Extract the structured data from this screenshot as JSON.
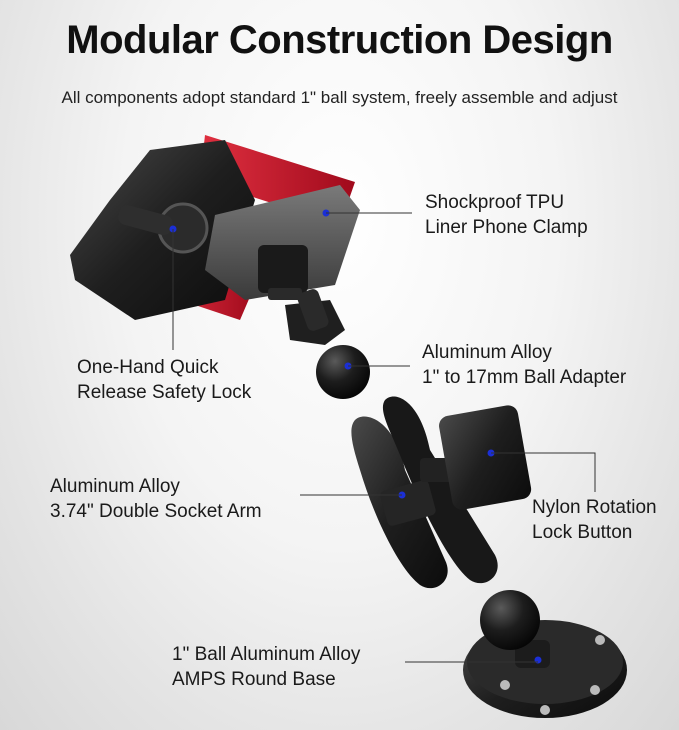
{
  "header": {
    "title": "Modular Construction Design",
    "subtitle": "All components adopt standard 1\" ball system, freely assemble and adjust"
  },
  "callouts": [
    {
      "id": "phone-clamp",
      "lines": [
        "Shockproof TPU",
        "Liner Phone Clamp"
      ]
    },
    {
      "id": "safety-lock",
      "lines": [
        "One-Hand Quick",
        "Release Safety Lock"
      ]
    },
    {
      "id": "ball-adapter",
      "lines": [
        "Aluminum Alloy",
        "1\" to 17mm Ball Adapter"
      ]
    },
    {
      "id": "socket-arm",
      "lines": [
        "Aluminum Alloy",
        "3.74\" Double Socket Arm"
      ]
    },
    {
      "id": "rotation-lock",
      "lines": [
        "Nylon Rotation",
        "Lock Button"
      ]
    },
    {
      "id": "round-base",
      "lines": [
        "1\" Ball Aluminum Alloy",
        "AMPS Round Base"
      ]
    }
  ],
  "colors": {
    "accent_red": "#c8102e",
    "marker_blue": "#1b2fd6",
    "hardware_black": "#1c1c1c"
  }
}
